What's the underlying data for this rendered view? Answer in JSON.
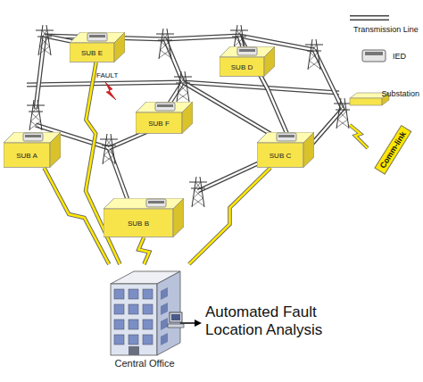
{
  "diagram": {
    "nodes": [
      {
        "text": [
          "SUB E"
        ]
      },
      {
        "text": [
          "SUB D"
        ]
      },
      {
        "text": [
          "SUB F"
        ]
      },
      {
        "text": [
          "SUB A"
        ]
      },
      {
        "text": [
          "SUB C"
        ]
      },
      {
        "text": [
          "SUB B"
        ]
      },
      {
        "text": [
          "Central Office"
        ]
      }
    ],
    "edges": [
      {
        "from": 6,
        "to": 3,
        "arrow": "none"
      },
      {
        "from": 6,
        "to": 0,
        "arrow": "none"
      },
      {
        "from": 6,
        "to": 5,
        "arrow": "none"
      },
      {
        "from": 6,
        "to": 4,
        "arrow": "none"
      }
    ],
    "labels": [
      "FAULT",
      "Automated Fault Location Analysis"
    ],
    "legend": [
      {
        "text": "Transmission Line"
      },
      {
        "text": "IED"
      },
      {
        "text": "Substation"
      },
      {
        "text": "Comm-link"
      }
    ]
  }
}
